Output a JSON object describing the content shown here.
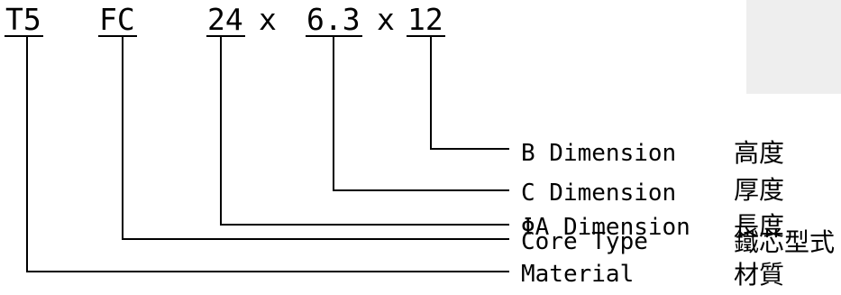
{
  "code": {
    "material": "T5",
    "core_type": "FC",
    "dim_a": "24",
    "sep1": "x",
    "dim_c": "6.3",
    "sep2": "x",
    "dim_b": "12"
  },
  "labels": {
    "b_dimension": {
      "en": "B Dimension",
      "zh": "高度"
    },
    "c_dimension": {
      "en": "C Dimension",
      "zh": "厚度"
    },
    "a_dimension": {
      "en": "ΦA Dimension",
      "zh": "長度"
    },
    "core_type": {
      "en": "Core Type",
      "zh": "鐵芯型式"
    },
    "material": {
      "en": "Material",
      "zh": "材質"
    }
  }
}
